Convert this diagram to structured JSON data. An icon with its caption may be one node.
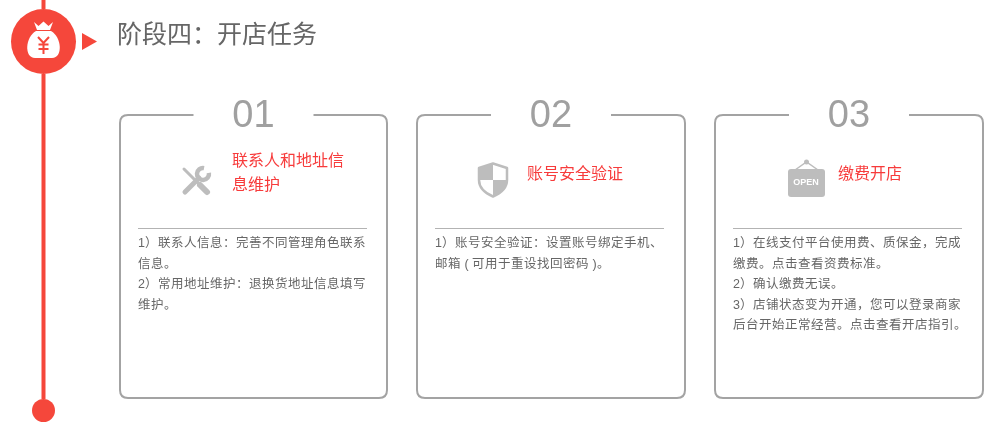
{
  "diagram": {
    "title": "阶段四：开店任务",
    "nodes": [
      {
        "text": [],
        "shape": "circle"
      },
      {
        "text": [
          "01",
          "联系人和地址信息维护",
          "1）联系人信息：完善不同管理角色联系信息。",
          "2）常用地址维护：退换货地址信息填写维护。"
        ]
      },
      {
        "text": [
          "02",
          "账号安全验证",
          "1）账号安全验证：设置账号绑定手机、邮箱 ( 可用于重设找回密码 )。"
        ]
      },
      {
        "text": [
          "03",
          "缴费开店",
          "1）在线支付平台使用费、质保金，完成缴费。点击查看资费标准。",
          "2）确认缴费无误。",
          "3）店铺状态变为开通，您可以登录商家后台开始正常经营。点击查看开店指引。"
        ]
      },
      {
        "text": [],
        "shape": "circle"
      }
    ],
    "edges": [
      {
        "from": 0,
        "to": 4,
        "arrow": "none"
      }
    ],
    "labels": [
      "OPEN"
    ]
  }
}
